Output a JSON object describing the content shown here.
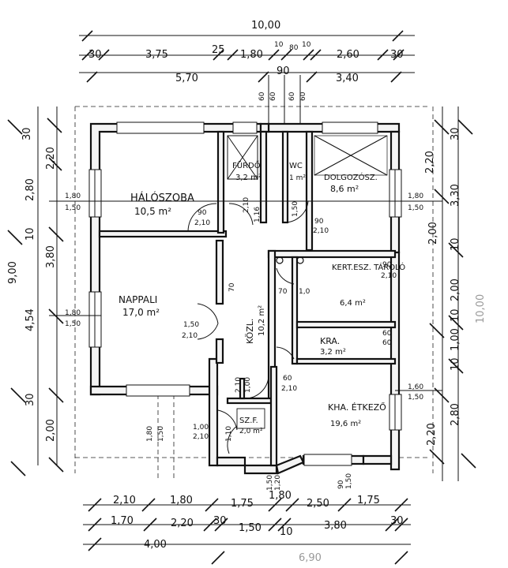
{
  "top_dims": {
    "total": "10,00",
    "row1": [
      "30",
      "3,75",
      "25",
      "1,80",
      "10",
      "80",
      "10",
      "2,60",
      "30"
    ],
    "row2": [
      "5,70",
      "90",
      "3,40"
    ]
  },
  "rooms": {
    "bedroom": {
      "name": "HÁLÓSZOBA",
      "area": "10,5 m²"
    },
    "bathroom": {
      "name": "FÜRDŐ",
      "area": "3,2 m²"
    },
    "wc": {
      "name": "WC",
      "area": "1 m²"
    },
    "study": {
      "name": "DOLGOZÓSZ.",
      "area": "8,6 m²"
    },
    "living": {
      "name": "NAPPALI",
      "area": "17,0 m²"
    },
    "hall": {
      "name": "KÖZL.",
      "area": "10,2 m²"
    },
    "storage": {
      "name": "KERT.ESZ. TÁROLÓ",
      "area": "6,4 m²"
    },
    "pantry": {
      "name": "KRA.",
      "area": "3,2 m²"
    },
    "kitchen": {
      "name": "KHA. ÉTKEZŐ",
      "area": "19,6 m²"
    },
    "windfang": {
      "name": "SZ.F.",
      "area": "2,0 m²"
    }
  },
  "opening_labels": {
    "window_left_top": "1,80",
    "window_left_top_h": "1,50",
    "window_left_mid": "1,80",
    "window_left_mid_h": "1,50",
    "window_right_top": "1,80",
    "window_right_top_h": "1,50",
    "window_right_low": "1,60",
    "window_right_low_h": "1,50",
    "door_bed": "90",
    "door_bed_h": "2,10",
    "door_bath": "2,10",
    "door_study": "90",
    "door_study_h": "2,10",
    "door_living": "1,50",
    "door_living_h": "2,10",
    "door_hall_1": "70",
    "door_hall_2": "1,16",
    "door_storage_a": "90",
    "door_storage_b": "2,10",
    "door_storage_c": "1,0",
    "door_pantry_a": "60",
    "door_pantry_b": "60",
    "door_wind": "1,00",
    "door_wind_h": "2,10",
    "door_wind_2": "1,10",
    "door_kitchen": "60",
    "door_kitchen_h": "2,10",
    "misc_70": "70",
    "misc_1_00": "1,00",
    "misc_2_10": "2,10",
    "misc_60a": "60",
    "misc_60b": "60",
    "misc_60c": "60",
    "misc_60d": "60",
    "misc_1_80": "1,80",
    "misc_1_50": "1,50",
    "misc_1_20": "1,20",
    "misc_1_0b": "1,50",
    "misc_90v": "90",
    "misc_1_50b": "1,50",
    "misc_1_50c": "1,50"
  },
  "left_dims": [
    "30",
    "2,20",
    "2,80",
    "10",
    "3,80",
    "9,00",
    "4,54",
    "30",
    "2,00"
  ],
  "right_dims": [
    "30",
    "2,20",
    "3,30",
    "2,00",
    "10",
    "2,00",
    "10",
    "1,00",
    "10",
    "2,80",
    "2,20",
    "10,00"
  ],
  "bottom_dims": {
    "row1": [
      "2,10",
      "1,80",
      "1,75",
      "1,80",
      "2,50",
      "1,75"
    ],
    "row2": [
      "1,70",
      "2,20",
      "30",
      "1,50",
      "10",
      "3,80",
      "30"
    ],
    "row3": [
      "4,00",
      "6,90"
    ]
  }
}
